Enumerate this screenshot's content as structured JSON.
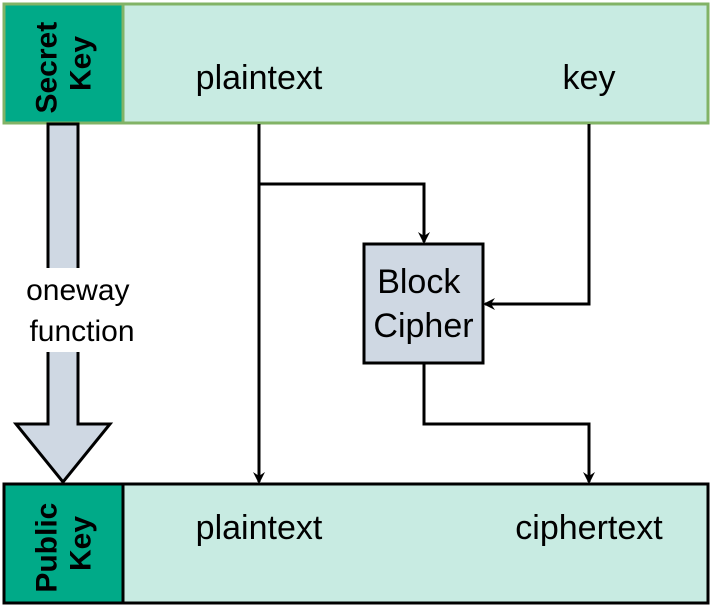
{
  "secret_key": {
    "title": "Secret Key",
    "title_lines": [
      "Secret",
      "Key"
    ],
    "fields": [
      "plaintext",
      "key"
    ]
  },
  "public_key": {
    "title": "Public Key",
    "title_lines": [
      "Public",
      "Key"
    ],
    "fields": [
      "plaintext",
      "ciphertext"
    ]
  },
  "block_cipher": {
    "label": "Block Cipher",
    "label_lines": [
      "Block",
      "Cipher"
    ]
  },
  "oneway": {
    "label": "oneway function",
    "label_lines": [
      "oneway",
      "function"
    ]
  },
  "colors": {
    "title_fill": "#00aa88",
    "body_fill": "#c8ebe2",
    "secret_border": "#82b366",
    "public_border": "#000000",
    "cipher_fill": "#cfd8e3",
    "oneway_arrow_fill": "#cfd8e3",
    "line": "#000000"
  }
}
